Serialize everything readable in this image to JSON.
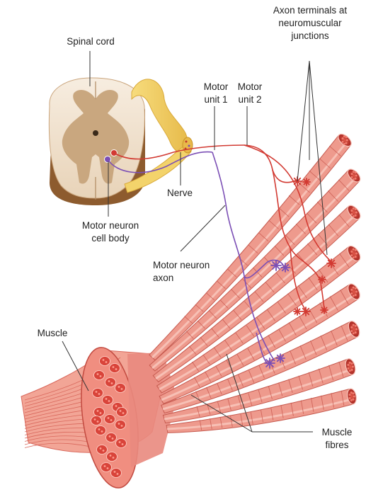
{
  "labels": {
    "spinal_cord": "Spinal cord",
    "axon_terminals": [
      "Axon terminals at",
      "neuromuscular",
      "junctions"
    ],
    "motor_unit_1": [
      "Motor",
      "unit 1"
    ],
    "motor_unit_2": [
      "Motor",
      "unit 2"
    ],
    "nerve": "Nerve",
    "motor_neuron_cell_body": [
      "Motor neuron",
      "cell body"
    ],
    "motor_neuron_axon": [
      "Motor neuron",
      "axon"
    ],
    "muscle": "Muscle",
    "muscle_fibres": [
      "Muscle",
      "fibres"
    ]
  },
  "colors": {
    "motor_unit_1": "#7b4fb5",
    "motor_unit_2": "#d23a32",
    "nerve": "#f3d36b",
    "muscle": "#e88a7e",
    "spinal_grey": "#c9a77f",
    "spinal_white": "#f3e6d3",
    "leader_line": "#333333"
  }
}
